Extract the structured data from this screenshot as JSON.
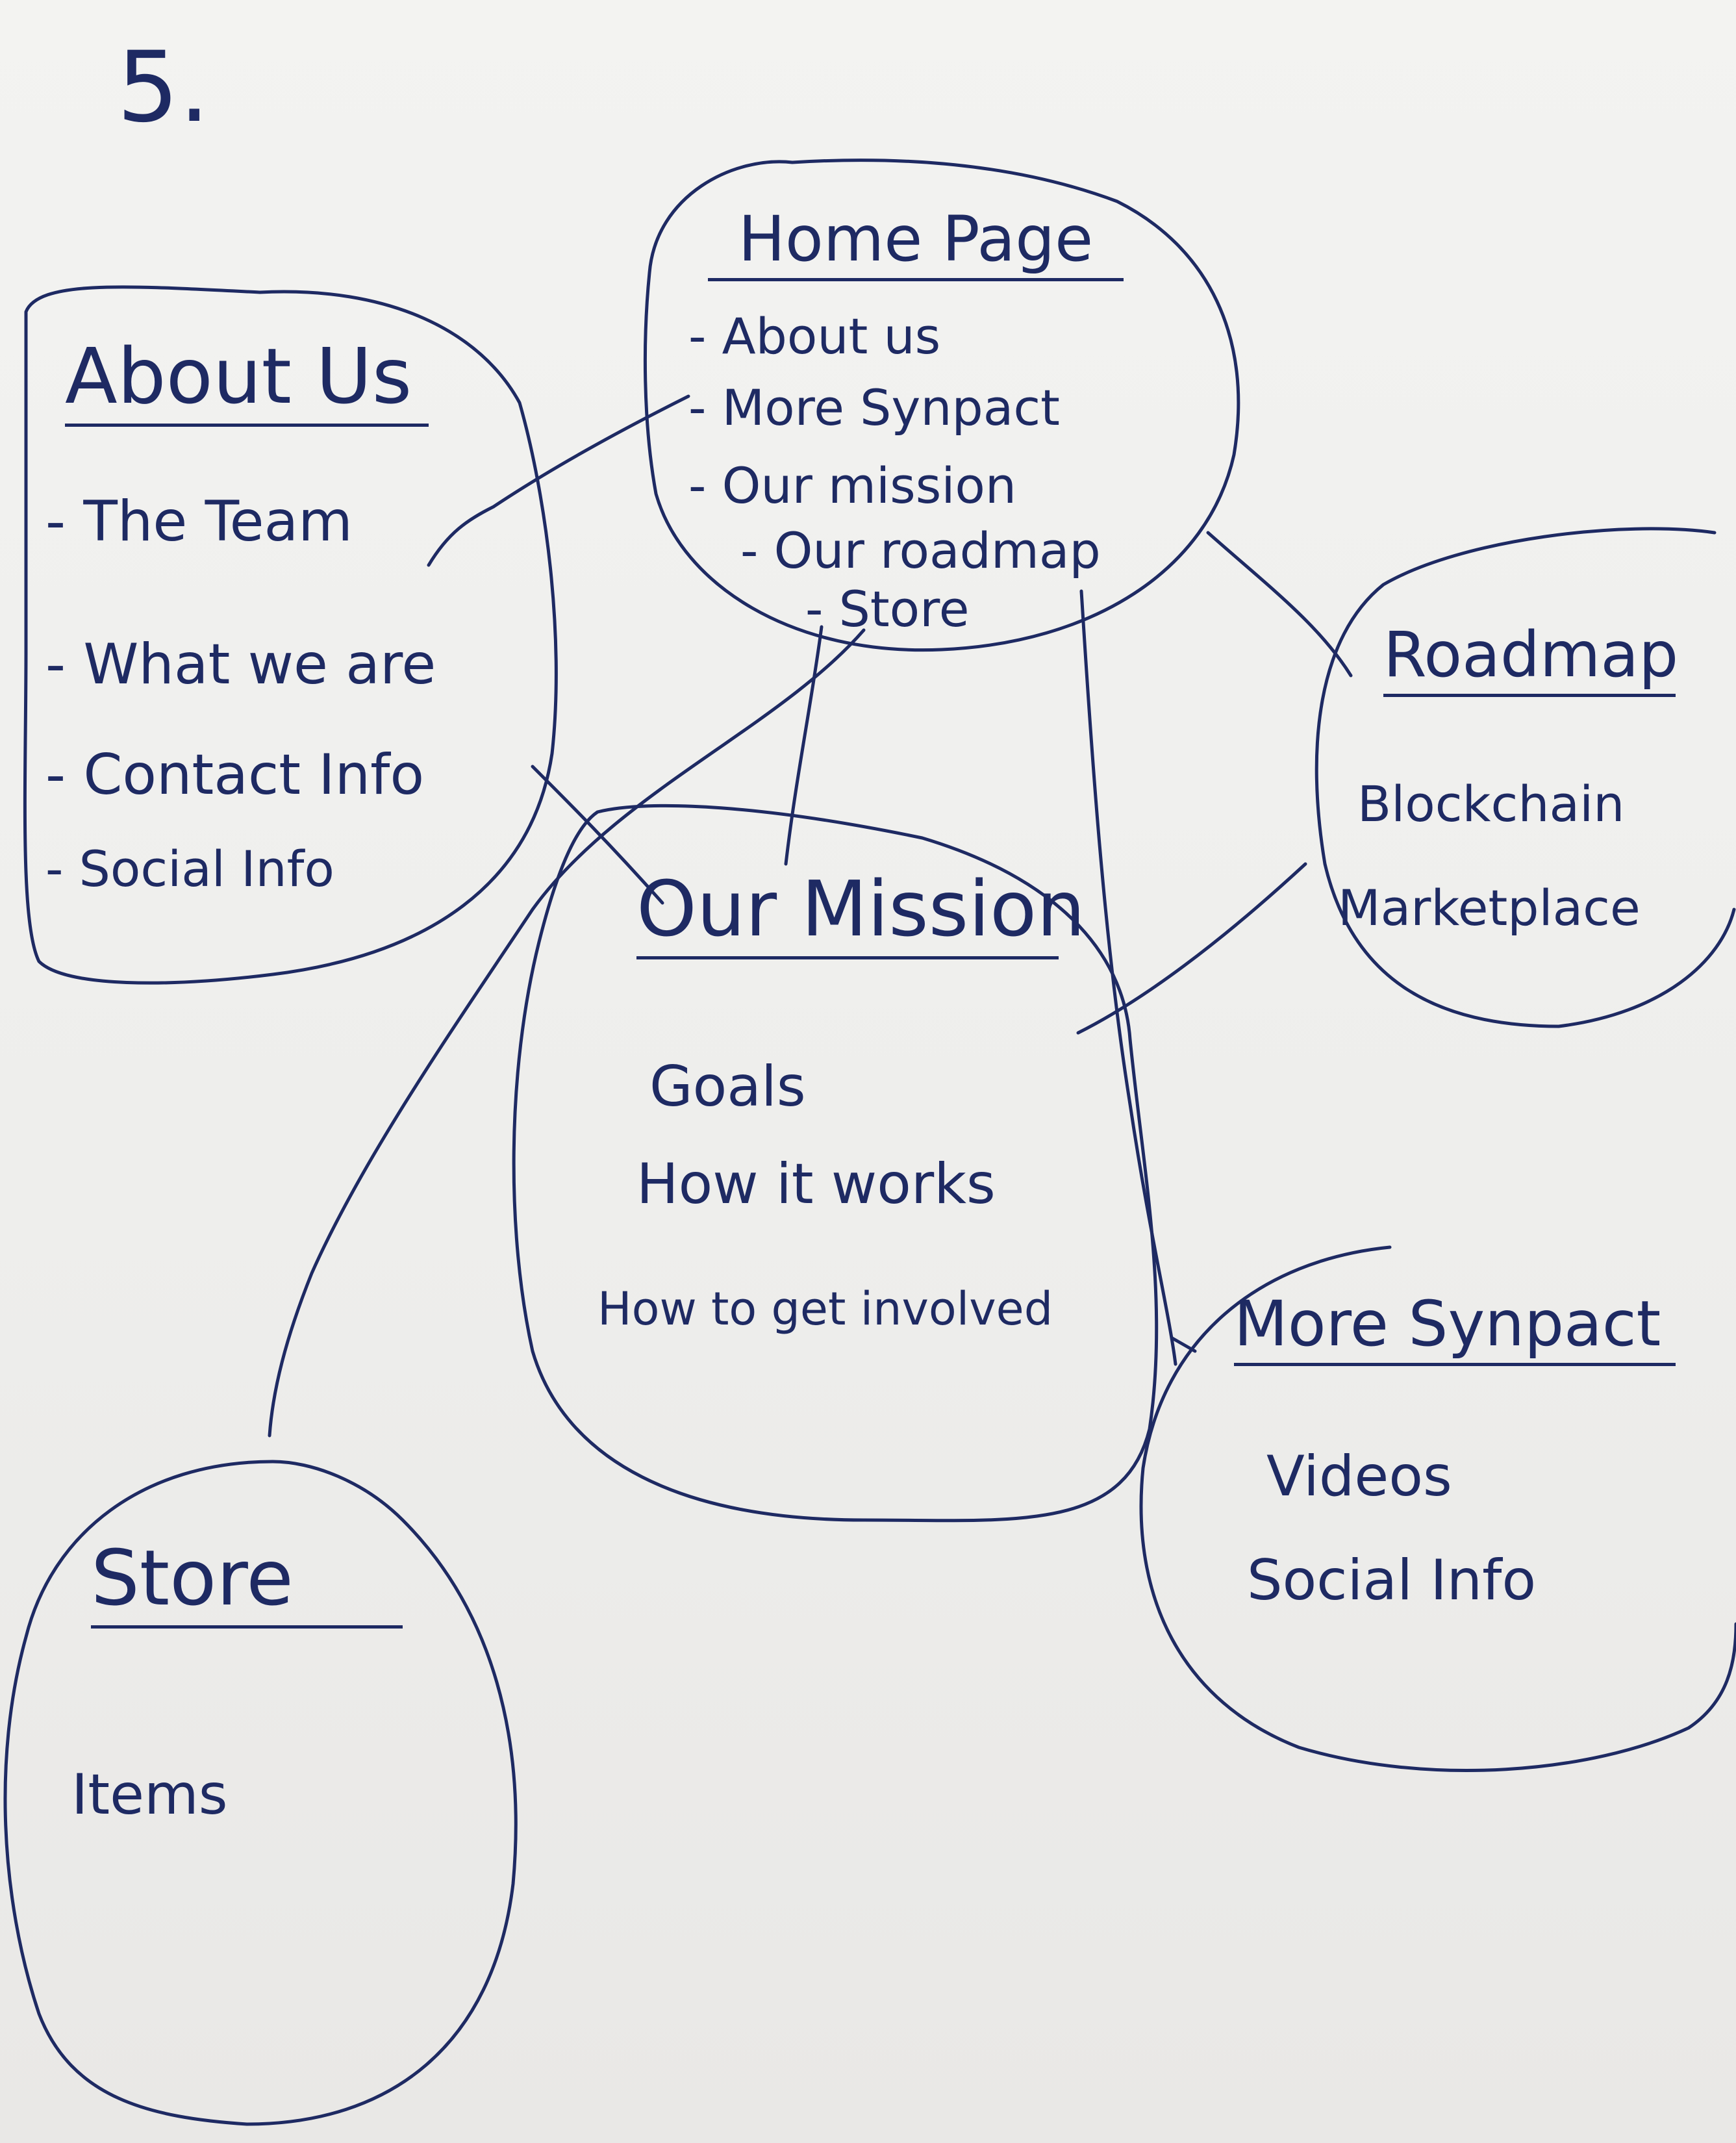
{
  "page_number": "5.",
  "nodes": {
    "home": {
      "title": "Home Page",
      "items": [
        "- About us",
        "- More Synpact",
        "- Our mission",
        "- Our roadmap",
        "- Store"
      ]
    },
    "about": {
      "title": "About Us",
      "items": [
        "- The Team",
        "- What we are",
        "- Contact Info",
        "- Social Info"
      ]
    },
    "roadmap": {
      "title": "Roadmap",
      "items": [
        "Blockchain",
        "Marketplace"
      ]
    },
    "mission": {
      "title": "Our Mission",
      "items": [
        "Goals",
        "How it works",
        "How to get involved"
      ]
    },
    "more": {
      "title": "More Synpact",
      "items": [
        "Videos",
        "Social Info"
      ]
    },
    "store": {
      "title": "Store",
      "items": [
        "Items"
      ]
    }
  },
  "ink_color": "#1e2a63",
  "paper_color": "#efefed"
}
